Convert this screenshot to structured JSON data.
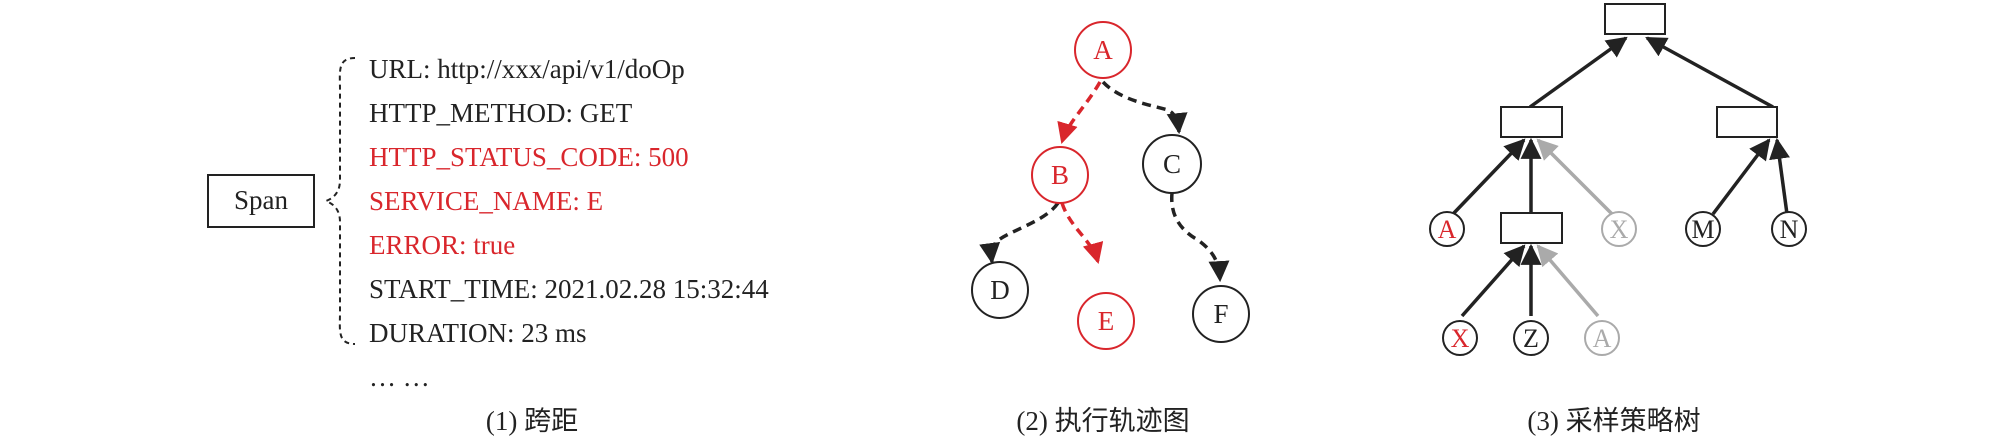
{
  "colors": {
    "black": "#222222",
    "red": "#d9262c",
    "gray": "#aaaaaa"
  },
  "panel1": {
    "box_label": "Span",
    "fields": [
      {
        "text": "URL: http://xxx/api/v1/doOp",
        "color": "black"
      },
      {
        "text": "HTTP_METHOD: GET",
        "color": "black"
      },
      {
        "text": "HTTP_STATUS_CODE: 500",
        "color": "red"
      },
      {
        "text": "SERVICE_NAME: E",
        "color": "red"
      },
      {
        "text": "ERROR: true",
        "color": "red"
      },
      {
        "text": "START_TIME: 2021.02.28 15:32:44",
        "color": "black"
      },
      {
        "text": "DURATION: 23 ms",
        "color": "black"
      }
    ],
    "ellipsis": "… …",
    "caption": "(1) 跨距"
  },
  "panel2": {
    "caption": "(2) 执行轨迹图",
    "nodes": {
      "A": {
        "label": "A",
        "color": "red"
      },
      "B": {
        "label": "B",
        "color": "red"
      },
      "C": {
        "label": "C",
        "color": "black"
      },
      "D": {
        "label": "D",
        "color": "black"
      },
      "E": {
        "label": "E",
        "color": "red"
      },
      "F": {
        "label": "F",
        "color": "black"
      }
    }
  },
  "panel3": {
    "caption": "(3) 采样策略树",
    "leaves": {
      "A1": {
        "label": "A",
        "color": "red"
      },
      "X1": {
        "label": "X",
        "color": "gray"
      },
      "M": {
        "label": "M",
        "color": "black"
      },
      "N": {
        "label": "N",
        "color": "black"
      },
      "X2": {
        "label": "X",
        "color": "red"
      },
      "Z": {
        "label": "Z",
        "color": "black"
      },
      "A2": {
        "label": "A",
        "color": "gray"
      }
    }
  }
}
